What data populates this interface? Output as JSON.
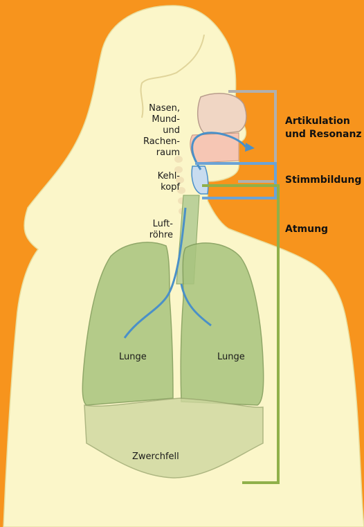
{
  "labels": {
    "nasen": [
      "Nasen,",
      "Mund-",
      "und",
      "Rachen-",
      "raum"
    ],
    "kehlkopf": [
      "Kehl-",
      "kopf"
    ],
    "luftroehre": [
      "Luft-",
      "röhre"
    ],
    "lunge_left": "Lunge",
    "lunge_right": "Lunge",
    "zwerchfell": "Zwerchfell"
  },
  "brackets": {
    "artikulation": [
      "Artikulation",
      "und Resonanz"
    ],
    "stimmbildung": "Stimmbildung",
    "atmung": "Atmung"
  },
  "colors": {
    "background": "#f7941d",
    "body": "#fbf6c9",
    "lung": "#a8c47e",
    "airway": "#4a90c8",
    "bracket_artikulation": "#b0b0b0",
    "bracket_stimmbildung": "#6ba3d6",
    "bracket_atmung": "#8fb04a"
  }
}
